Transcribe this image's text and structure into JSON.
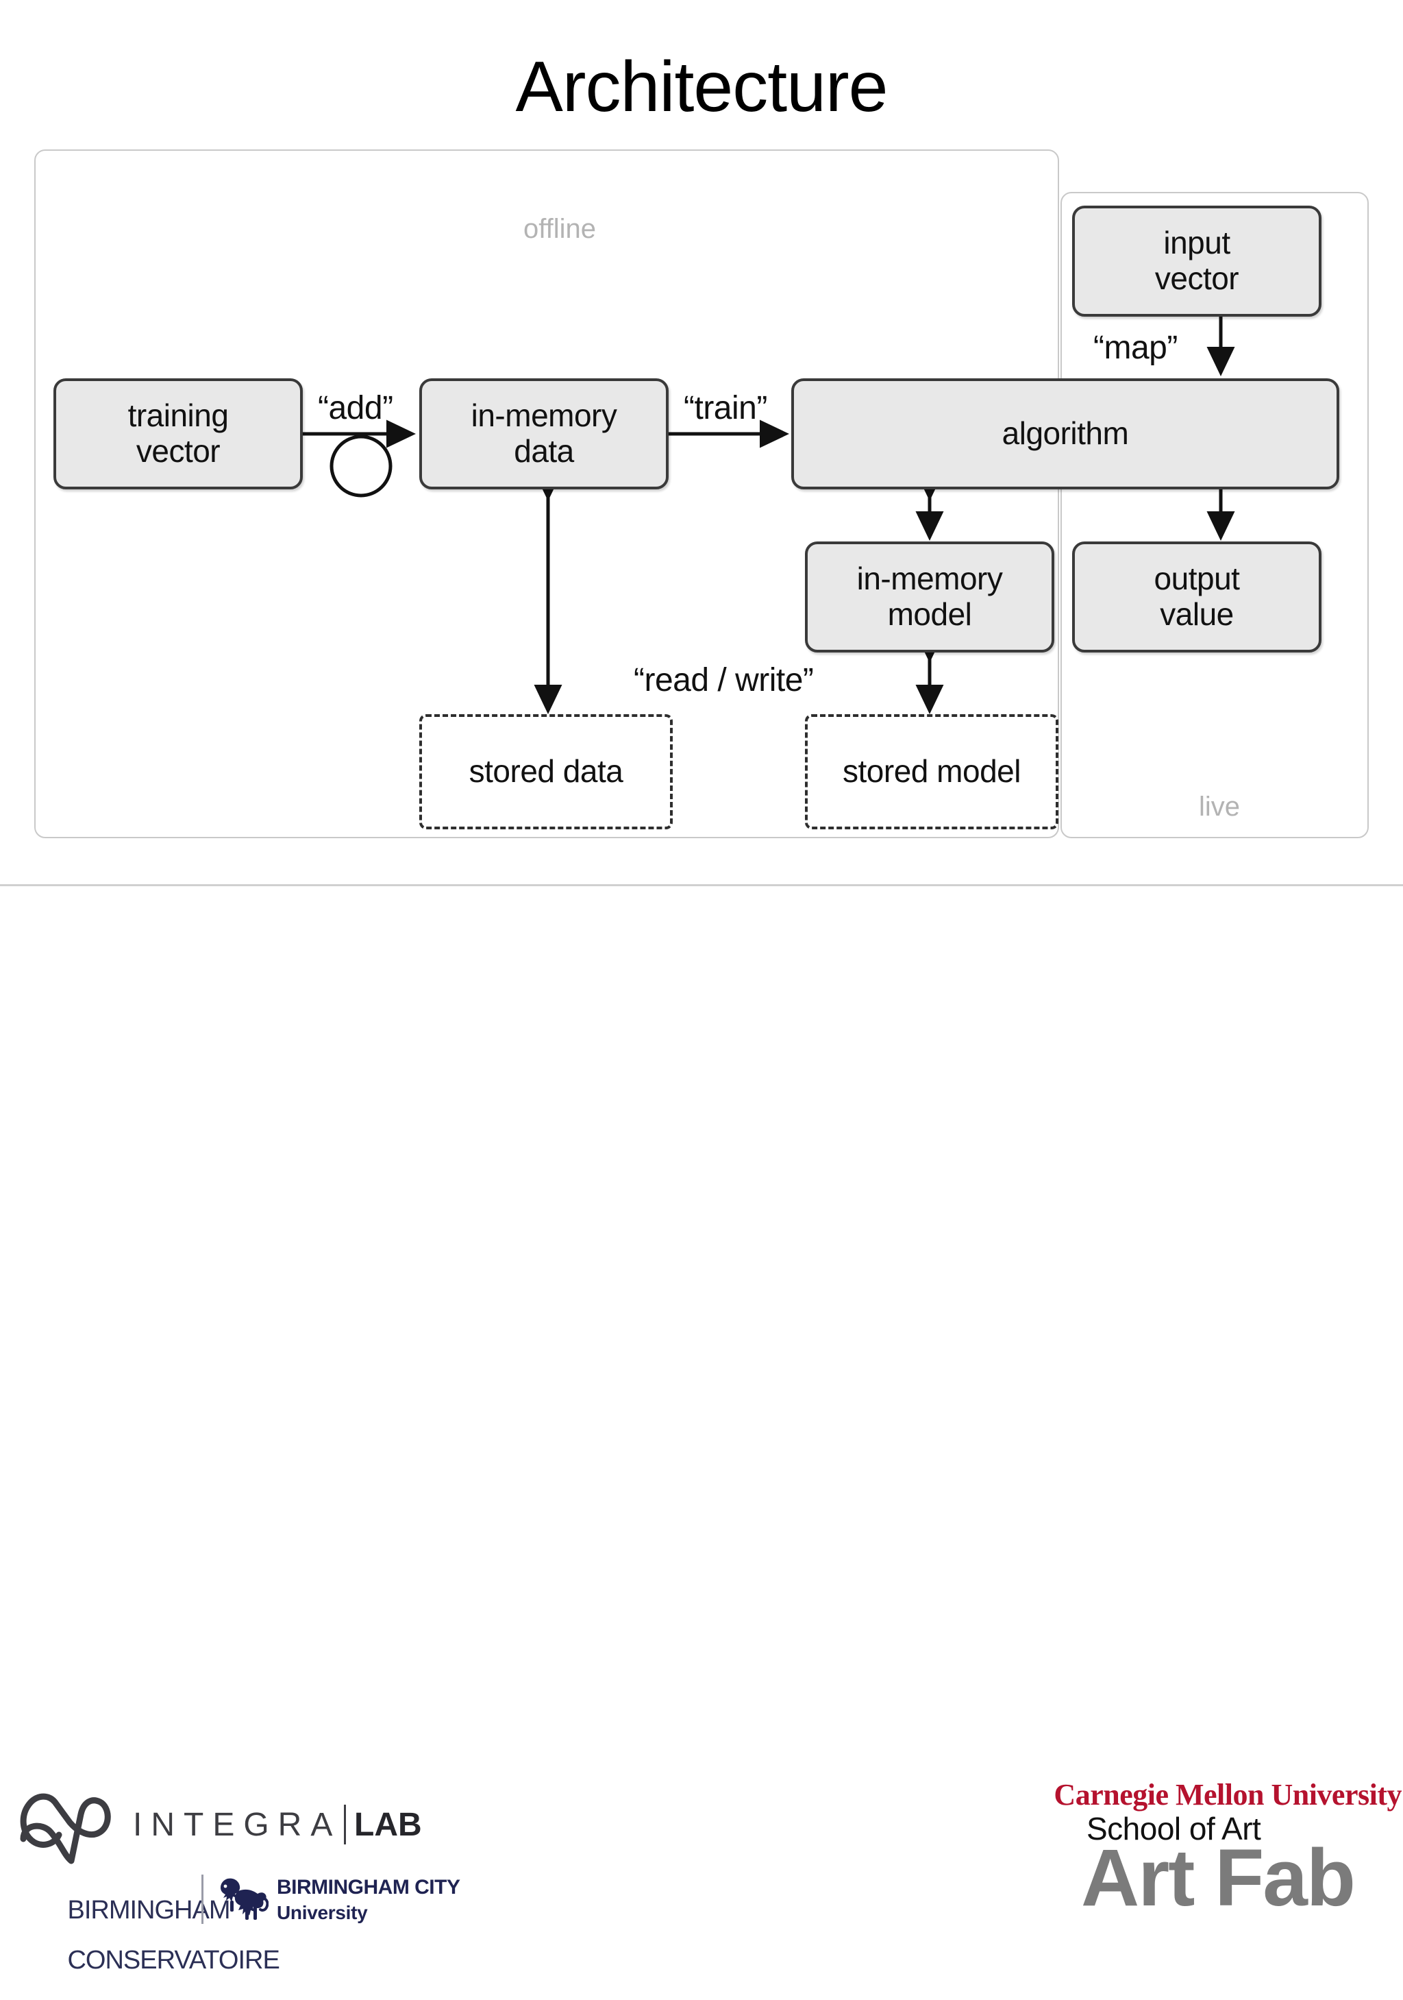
{
  "slide": {
    "title": "Architecture"
  },
  "diagram": {
    "containers": [
      {
        "id": "offline",
        "label": "offline"
      },
      {
        "id": "live",
        "label": "live"
      }
    ],
    "nodes": [
      {
        "id": "training-vector",
        "line1": "training",
        "line2": "vector",
        "style": "solid"
      },
      {
        "id": "in-memory-data",
        "line1": "in-memory",
        "line2": "data",
        "style": "solid"
      },
      {
        "id": "algorithm",
        "line1": "algorithm",
        "line2": "",
        "style": "solid"
      },
      {
        "id": "input-vector",
        "line1": "input",
        "line2": "vector",
        "style": "solid"
      },
      {
        "id": "output-value",
        "line1": "output",
        "line2": "value",
        "style": "solid"
      },
      {
        "id": "in-memory-model",
        "line1": "in-memory",
        "line2": "model",
        "style": "solid"
      },
      {
        "id": "stored-data",
        "line1": "stored",
        "line2": "data",
        "style": "dashed"
      },
      {
        "id": "stored-model",
        "line1": "stored",
        "line2": "model",
        "style": "dashed"
      }
    ],
    "edge_labels": {
      "add": "“add”",
      "train": "“train”",
      "map": "“map”",
      "read_write": "“read / write”"
    },
    "colors": {
      "node_fill": "#e8e8e8",
      "node_border": "#3a3a3a",
      "container_border": "#c9c9c9",
      "container_label": "#b3b3b3",
      "arrow": "#111111"
    }
  },
  "footer": {
    "integra": {
      "wordmark": "INTEGRA",
      "lab": "LAB"
    },
    "birmingham": {
      "conservatoire_line1": "BIRMINGHAM",
      "conservatoire_line2": "CONSERVATOIRE",
      "university_line1": "BIRMINGHAM CITY",
      "university_line2": "University"
    },
    "cmu": {
      "university": "Carnegie Mellon University",
      "school": "School of Art",
      "artfab": "Art Fab"
    }
  }
}
